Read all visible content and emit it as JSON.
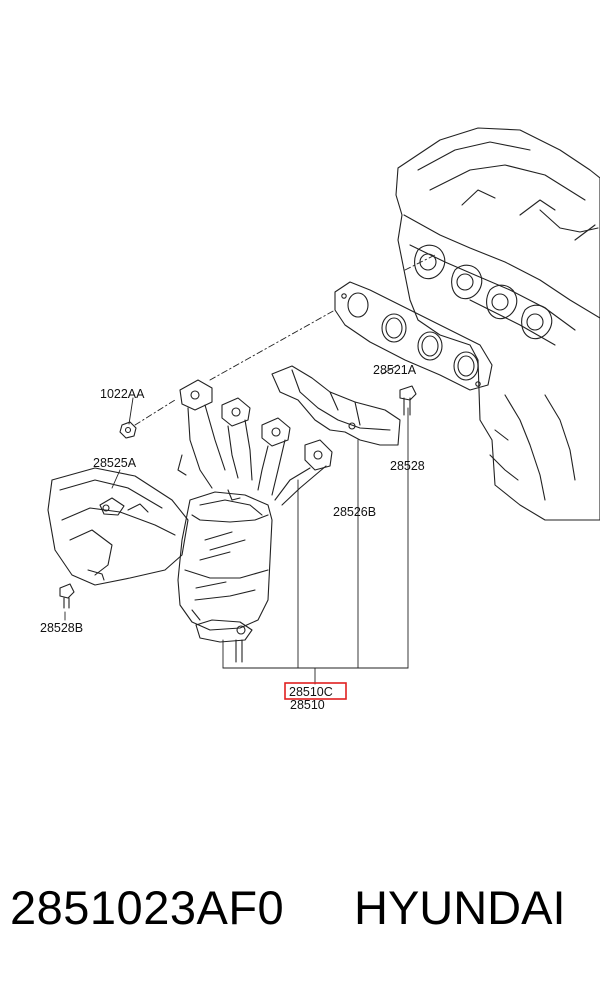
{
  "diagram": {
    "labels": {
      "gasket": "28521A",
      "nut": "1022AA",
      "heat_protector": "28525A",
      "bolt_right": "28528",
      "bracket": "28526B",
      "bolt_left": "28528B",
      "highlighted": "28510C",
      "assembly": "28510"
    },
    "highlight_color": "#e02020"
  },
  "footer": {
    "part_number": "2851023AF0",
    "brand": "HYUNDAI"
  }
}
